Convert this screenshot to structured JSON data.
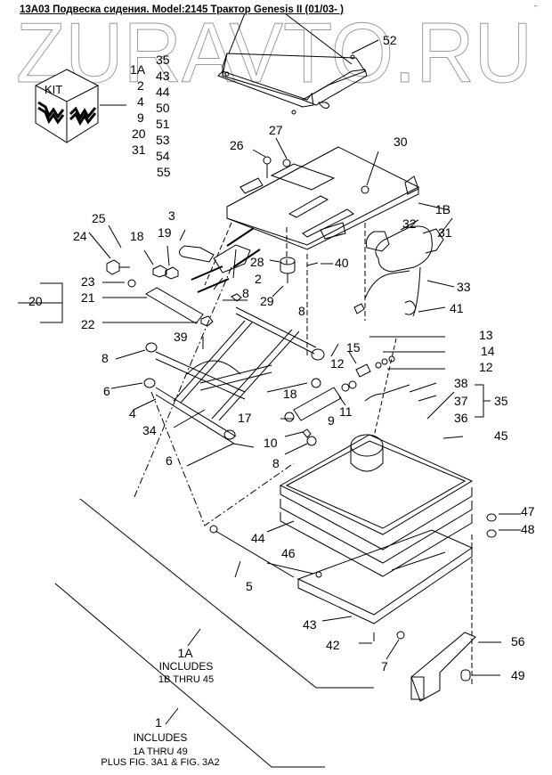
{
  "title": "13A03 Подвеска сидения. Model:2145 Трактор Genesis II (01/03- )",
  "watermark": "ZURAVTO.RU",
  "kit": {
    "icon": "kit-cube-icon",
    "label": "KIT",
    "column_left": [
      "1A",
      "2",
      "4",
      "9",
      "20",
      "31"
    ],
    "column_right": [
      "35",
      "43",
      "44",
      "50",
      "51",
      "53",
      "54",
      "55"
    ]
  },
  "callouts": {
    "c52": "52",
    "c27": "27",
    "c26": "26",
    "c30": "30",
    "c1B": "1B",
    "c3": "3",
    "c25": "25",
    "c24": "24",
    "c18a": "18",
    "c19": "19",
    "c28": "28",
    "c40": "40",
    "c32": "32",
    "c31": "31",
    "c23": "23",
    "c21": "21",
    "c20": "20",
    "c22": "22",
    "c2": "2",
    "c8a": "8",
    "c29": "29",
    "c8b": "8",
    "c33": "33",
    "c41": "41",
    "c39": "39",
    "c8c": "8",
    "c13": "13",
    "c14": "14",
    "c15": "15",
    "c12a": "12",
    "c12b": "12",
    "c6a": "6",
    "c18b": "18",
    "c11": "11",
    "c38": "38",
    "c37": "37",
    "c35": "35",
    "c36": "36",
    "c4": "4",
    "c17": "17",
    "c9": "9",
    "c34": "34",
    "c10": "10",
    "c8d": "8",
    "c6b": "6",
    "c45": "45",
    "c47": "47",
    "c48": "48",
    "c44": "44",
    "c46": "46",
    "c5": "5",
    "c43": "43",
    "c42": "42",
    "c7": "7",
    "c56": "56",
    "c49": "49"
  },
  "notes": {
    "n1A_id": "1A",
    "n1A_line1": "INCLUDES",
    "n1A_line2": "1B THRU 45",
    "n1_id": "1",
    "n1_line1": "INCLUDES",
    "n1_line2": "1A THRU 49",
    "n1_line3": "PLUS FIG. 3A1 & FIG. 3A2"
  }
}
